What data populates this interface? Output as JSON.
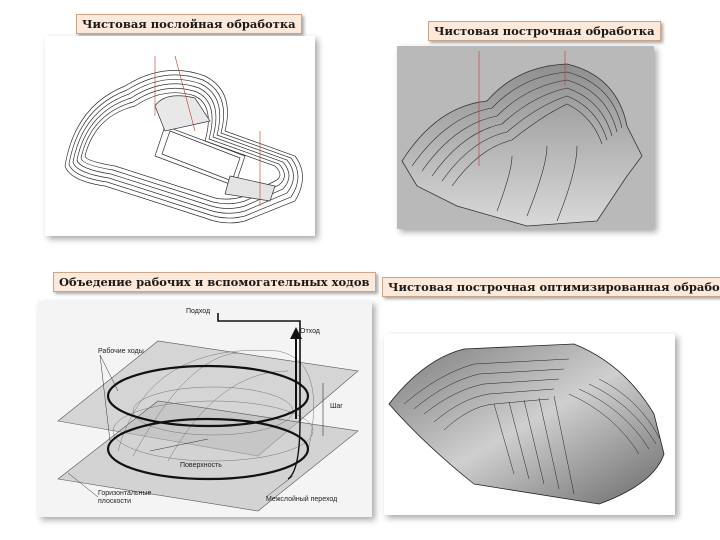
{
  "labels": {
    "layer_finish": "Чистовая послойная обработка",
    "line_finish": "Чистовая построчная обработка",
    "passes_union": "Объедение  рабочих и  вспомогательных ходов",
    "line_finish_optimized": "Чистовая построчная оптимизированная обработка"
  },
  "diagram": {
    "approach": "Подход",
    "retract": "Отход",
    "work_passes": "Рабочие ходы",
    "step": "Шаг",
    "surface": "Поверхность",
    "horizontal_planes": "Горизонтальные\nплоскости",
    "interlayer_transition": "Межслойный переход"
  }
}
